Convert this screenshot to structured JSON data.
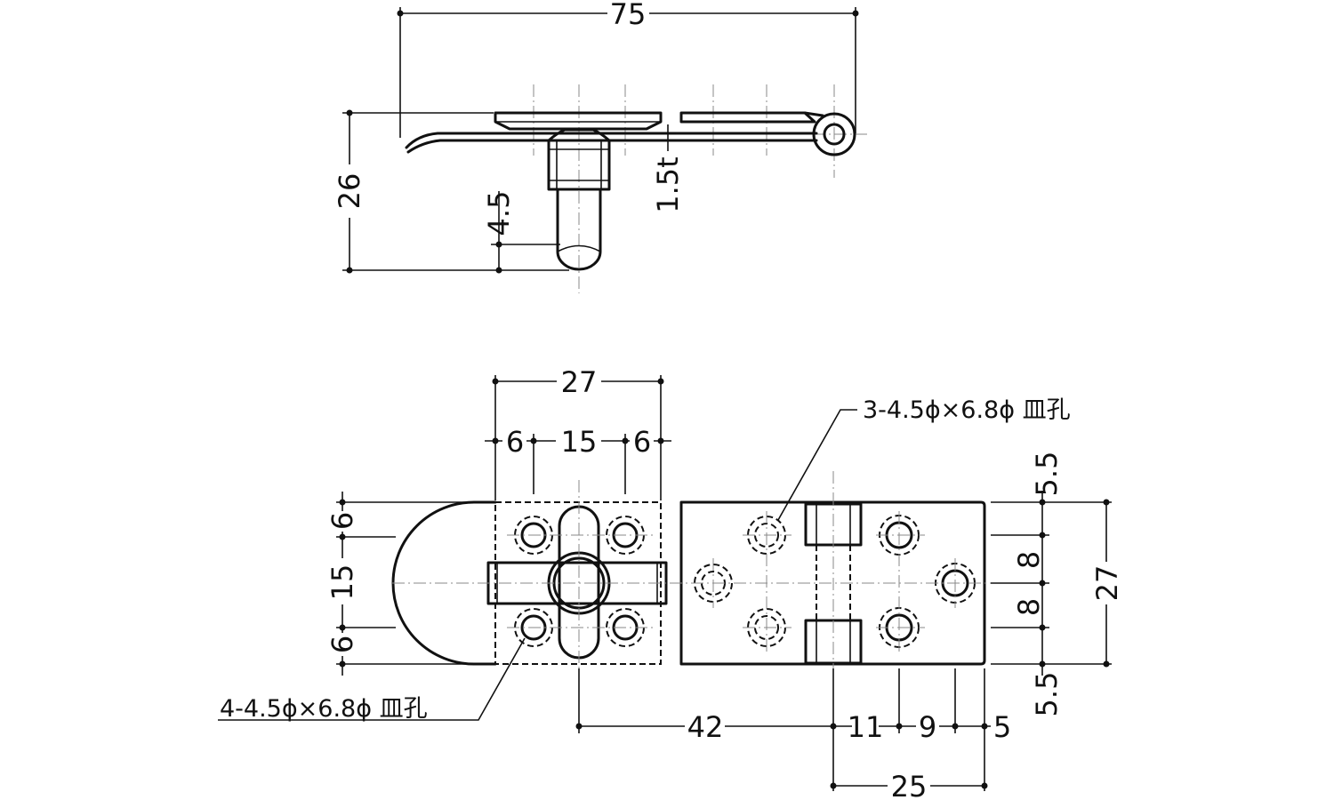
{
  "dims": {
    "overall_length": "75",
    "height": "26",
    "pin_dia": "4.5",
    "thickness": "1.5t",
    "pad_width": "27",
    "pad_left": "6",
    "pad_mid": "15",
    "pad_right": "6",
    "left_top": "6",
    "left_mid": "15",
    "left_bottom": "6",
    "right_top": "5.5",
    "right_upper": "8",
    "right_lower": "8",
    "right_bottom": "5.5",
    "overall_width": "27",
    "dist_42": "42",
    "dist_11": "11",
    "dist_9": "9",
    "dist_5": "5",
    "dist_25": "25"
  },
  "notes": {
    "holes_3": "3-4.5ϕ×6.8ϕ 皿孔",
    "holes_4": "4-4.5ϕ×6.8ϕ 皿孔"
  }
}
